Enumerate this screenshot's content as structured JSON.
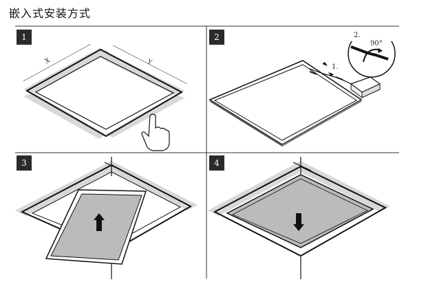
{
  "title": "嵌入式安装方式",
  "steps": [
    {
      "number": "1",
      "axis_x": "X",
      "axis_y": "Y"
    },
    {
      "number": "2",
      "callout_step": "2.",
      "angle": "90°",
      "plug_step": "1."
    },
    {
      "number": "3"
    },
    {
      "number": "4"
    }
  ]
}
